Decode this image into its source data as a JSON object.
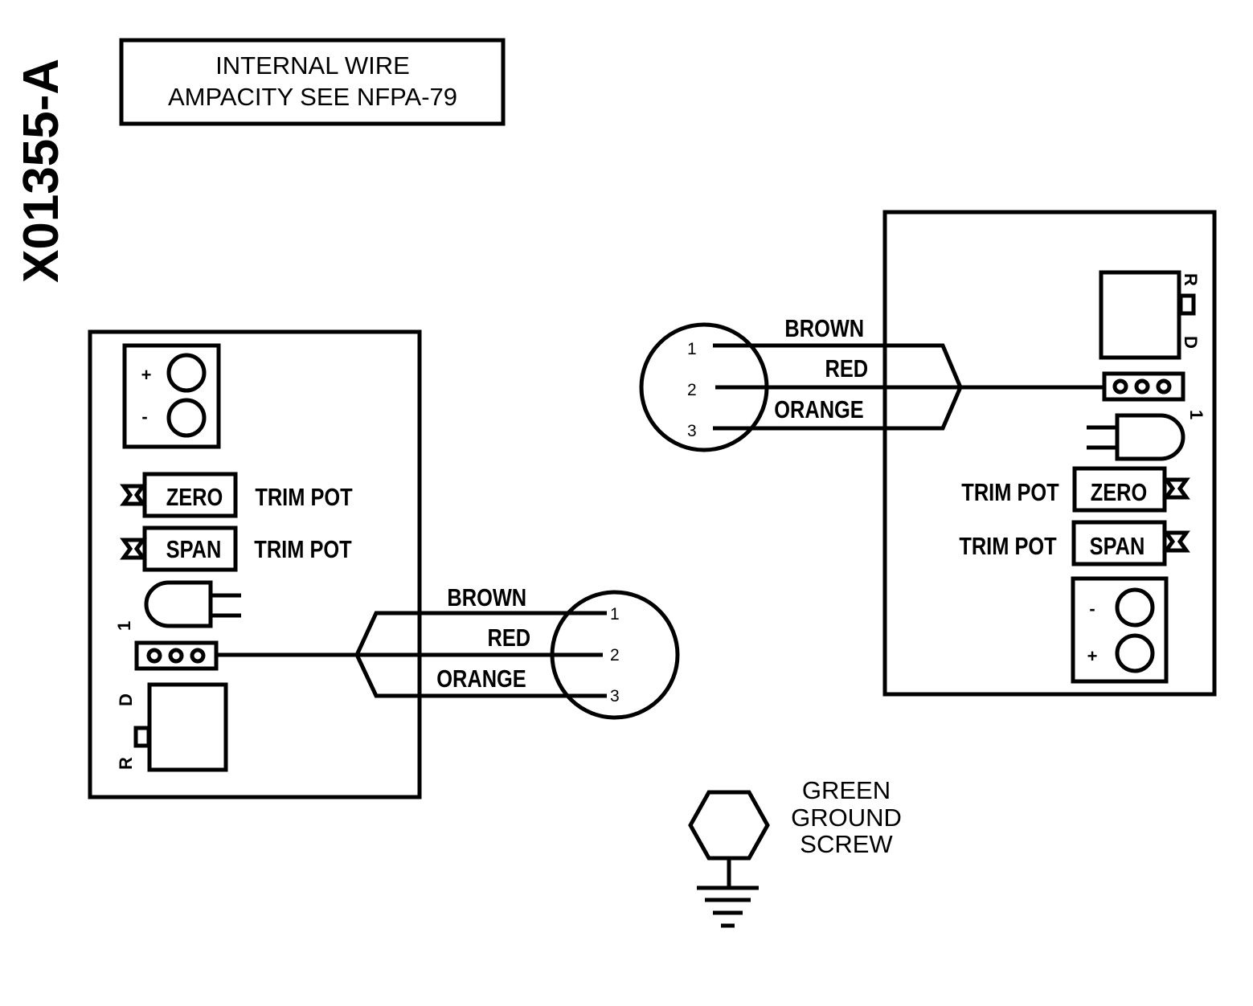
{
  "drawing_number": "X01355-A",
  "note": {
    "line1": "INTERNAL WIRE",
    "line2": "AMPACITY SEE NFPA-79"
  },
  "left_board": {
    "plus": "+",
    "minus": "-",
    "zero_label": "ZERO",
    "span_label": "SPAN",
    "zero_trim": "TRIM POT",
    "span_trim": "TRIM POT",
    "led_pin": "1",
    "d_label": "D",
    "r_label": "R"
  },
  "right_board": {
    "plus": "+",
    "minus": "-",
    "zero_label": "ZERO",
    "span_label": "SPAN",
    "zero_trim": "TRIM POT",
    "span_trim": "TRIM POT",
    "led_pin": "1",
    "d_label": "D",
    "r_label": "R"
  },
  "left_cable": {
    "wires": [
      "BROWN",
      "RED",
      "ORANGE"
    ],
    "pins": [
      "1",
      "2",
      "3"
    ]
  },
  "right_cable": {
    "wires": [
      "BROWN",
      "RED",
      "ORANGE"
    ],
    "pins": [
      "1",
      "2",
      "3"
    ]
  },
  "ground": {
    "line1": "GREEN",
    "line2": "GROUND",
    "line3": "SCREW"
  },
  "colors": {
    "line": "#000000",
    "background": "#ffffff"
  }
}
